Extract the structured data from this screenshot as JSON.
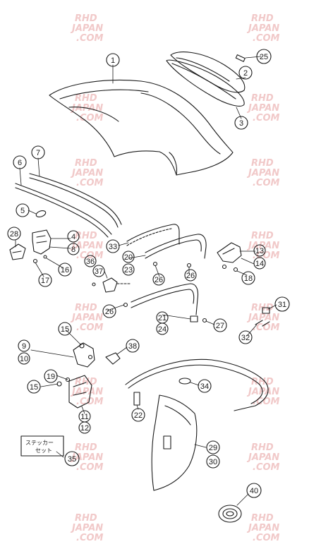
{
  "watermark": {
    "lines": [
      "RHD",
      "JAPAN",
      ".COM"
    ],
    "color": "#f1c9c9"
  },
  "callouts": [
    {
      "id": "c1",
      "text": "1"
    },
    {
      "id": "c2",
      "text": "2"
    },
    {
      "id": "c3",
      "text": "3"
    },
    {
      "id": "c25",
      "text": "25"
    },
    {
      "id": "c6",
      "text": "6"
    },
    {
      "id": "c7",
      "text": "7"
    },
    {
      "id": "c5",
      "text": "5"
    },
    {
      "id": "c4",
      "text": "4"
    },
    {
      "id": "c8",
      "text": "8"
    },
    {
      "id": "c28",
      "text": "28"
    },
    {
      "id": "c16",
      "text": "16"
    },
    {
      "id": "c17",
      "text": "17"
    },
    {
      "id": "c33",
      "text": "33"
    },
    {
      "id": "c20",
      "text": "20"
    },
    {
      "id": "c23",
      "text": "23"
    },
    {
      "id": "c26a",
      "text": "26"
    },
    {
      "id": "c26b",
      "text": "26"
    },
    {
      "id": "c13",
      "text": "13"
    },
    {
      "id": "c14",
      "text": "14"
    },
    {
      "id": "c18",
      "text": "18"
    },
    {
      "id": "c36",
      "text": "36"
    },
    {
      "id": "c37",
      "text": "37"
    },
    {
      "id": "c26c",
      "text": "26"
    },
    {
      "id": "c21",
      "text": "21"
    },
    {
      "id": "c24",
      "text": "24"
    },
    {
      "id": "c27",
      "text": "27"
    },
    {
      "id": "c31",
      "text": "31"
    },
    {
      "id": "c32",
      "text": "32"
    },
    {
      "id": "c9",
      "text": "9"
    },
    {
      "id": "c10",
      "text": "10"
    },
    {
      "id": "c15a",
      "text": "15"
    },
    {
      "id": "c38",
      "text": "38"
    },
    {
      "id": "c19",
      "text": "19"
    },
    {
      "id": "c15b",
      "text": "15"
    },
    {
      "id": "c11",
      "text": "11"
    },
    {
      "id": "c12",
      "text": "12"
    },
    {
      "id": "c34",
      "text": "34"
    },
    {
      "id": "c22",
      "text": "22"
    },
    {
      "id": "c29",
      "text": "29"
    },
    {
      "id": "c30",
      "text": "30"
    },
    {
      "id": "c35",
      "text": "35"
    },
    {
      "id": "c40",
      "text": "40"
    }
  ],
  "sticker_note": {
    "line1": "ステッカー",
    "line2": "セット"
  }
}
